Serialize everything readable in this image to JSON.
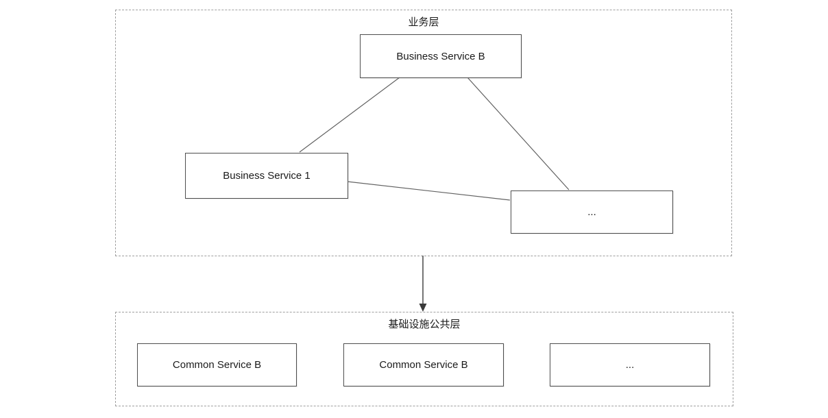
{
  "diagram": {
    "type": "layered-architecture-diagram",
    "layers": {
      "business": {
        "label": "业务层",
        "nodes": {
          "service_b": {
            "label": "Business Service B"
          },
          "service_1": {
            "label": "Business Service 1"
          },
          "more": {
            "label": "..."
          }
        }
      },
      "infrastructure": {
        "label": "基础设施公共层",
        "nodes": {
          "common_b1": {
            "label": "Common Service B"
          },
          "common_b2": {
            "label": "Common Service B"
          },
          "more": {
            "label": "..."
          }
        }
      }
    },
    "edges": [
      {
        "from": "Business Service B",
        "to": "Business Service 1",
        "style": "plain-line"
      },
      {
        "from": "Business Service B",
        "to": "... (business layer)",
        "style": "plain-line"
      },
      {
        "from": "Business Service 1",
        "to": "... (business layer)",
        "style": "plain-line"
      },
      {
        "from": "业务层",
        "to": "基础设施公共层",
        "style": "arrow-down"
      }
    ],
    "colors": {
      "background": "#ffffff",
      "node_fill": "#ffffff",
      "node_border": "#4d4d4d",
      "layer_border_dashed": "#9e9e9e",
      "edge_line": "#616161",
      "text": "#1a1a1a"
    }
  }
}
